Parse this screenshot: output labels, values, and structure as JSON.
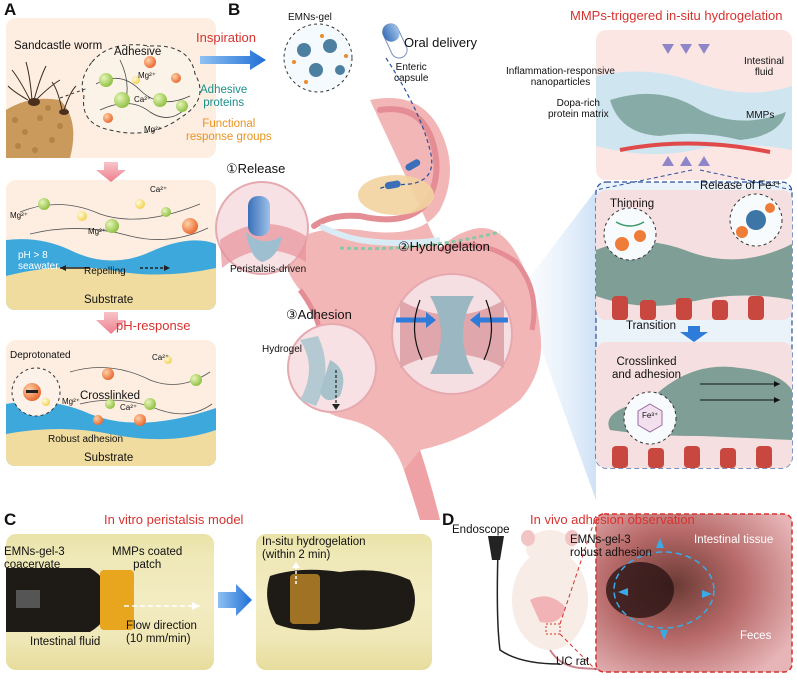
{
  "panels": {
    "A": "A",
    "B": "B",
    "C": "C",
    "D": "D"
  },
  "panelA": {
    "sandcastle_worm": "Sandcastle worm",
    "adhesive": "Adhesive",
    "inspiration": "Inspiration",
    "adhesive_proteins": "Adhesive\nproteins",
    "functional_groups": "Functional\nresponse groups",
    "mg": "Mg²⁺",
    "ca": "Ca²⁺",
    "ph_gt8": "pH > 8\nseawater",
    "repelling": "Repelling",
    "substrate": "Substrate",
    "ph_response": "pH-response",
    "deprotonated": "Deprotonated",
    "crosslinked": "Crosslinked",
    "robust_adhesion": "Robust adhesion"
  },
  "panelB": {
    "emns_gel": "EMNs-gel",
    "oral_delivery": "Oral delivery",
    "enteric_capsule": "Enteric\ncapsule",
    "release": "①Release",
    "peristalsis_driven": "Peristalsis-driven",
    "hydrogelation": "②Hydrogelation",
    "adhesion": "③Adhesion",
    "hydrogel": "Hydrogel",
    "mmps_title": "MMPs-triggered in-situ hydrogelation",
    "intestinal_fluid": "Intestinal\nfluid",
    "inflammation_np": "Inflammation-responsive\nnanoparticles",
    "dopa_matrix": "Dopa-rich\nprotein matrix",
    "mmps": "MMPs",
    "thinning": "Thinning",
    "release_fe": "Release of Fe³⁺",
    "transition": "Transition",
    "crosslinked_adhesion": "Crosslinked\nand adhesion",
    "fe": "Fe³⁺"
  },
  "panelC": {
    "title": "In vitro peristalsis model",
    "emns_gel3": "EMNs-gel-3\ncoacervate",
    "mmps_patch": "MMPs coated\npatch",
    "intestinal_fluid": "Intestinal fluid",
    "flow_direction": "Flow direction\n(10 mm/min)",
    "in_situ": "In-situ hydrogelation\n(within 2 min)"
  },
  "panelD": {
    "title": "In vivo adhesion observation",
    "endoscope": "Endoscope",
    "uc_rat": "UC rat",
    "emns_gel3": "EMNs-gel-3\nrobust adhesion",
    "intestinal_tissue": "Intestinal tissue",
    "feces": "Feces"
  },
  "colors": {
    "accent_red": "#d6332f",
    "teal": "#1a8f8a",
    "orange": "#e8931f",
    "arrow_blue": "#2f7bd9",
    "dashed_border": "#2a4f9a"
  }
}
